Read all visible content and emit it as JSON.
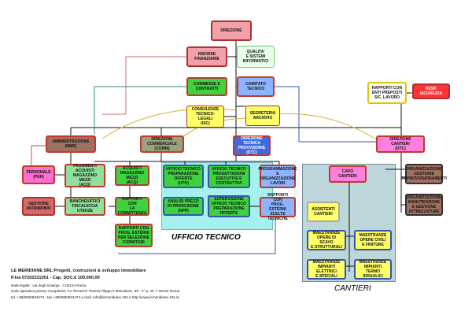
{
  "nodes": {
    "direzione": "DIREZIONE",
    "risorse_finanziarie": "RISORSE\nFINANZIARIE",
    "qualita": "QUALITA'\nE SISTEMI\nINFORMATICI",
    "commesse_contratti": "COMMESSE E\nCONTRATTI",
    "comitato_tecnico": "COMITATO\nTECNICO",
    "consulenze": "CONSULENZE\nTECNICO-LEGALI\n(ISC)",
    "segreteria": "SEGRETERIA\nARCHIVIO",
    "rapporti_enti": "RAPPORTI CON\nENTI PREPOSTI\nSIC. LAVORO",
    "resp_sicurezza": "RESP. SICUREZZA",
    "amministrazione": "AMMINISTRAZIONE\n(NMR)",
    "direzione_commerciale": "DIREZIONE\nCOMMERCIALE\n(COMM)",
    "direzione_tecnica": "DIREZIONE\nTECNICA\nPROVVISORIE\n(DTC)",
    "direzione_cantieri": "DIREZIONE\nCANTIERI\n(DTC)",
    "personale": "PERSONALE\n(PER)",
    "pagamenti": "PAGAMENTI\nACQUISTI\nMAGAZZINO MEZZI\n(ACQ)",
    "acquisti": "ACQUISTI\nMAGAZZINO\nMEZZI\n(ACQ)",
    "ut_prep_offerte": "UFFICIO TECNICO\nPREPARAZIONE\nOFFERTE\n(UTO)",
    "ut_progettazioni": "UFFICIO TECNICO\nPROGETTAZIONI\nESECUTIVE E\nCOSTRUTTIVI",
    "programmazione": "PROGRAMMAZIONE\nE\nORGANIZZAZIONE\nLAVORI",
    "capo_cantieri": "CAPO\nCANTIERI",
    "org_gestione_approv": "ORGANIZZAZIONE\nGESTIONE\nAPPROVVIGIONAMENTI",
    "gestione_patrimonio": "GESTIONE\nPATRIMONIO",
    "banche": "BANCHE/UFFICI\nFISCALI/CCIA\nUTENZE",
    "rapporti_committenza": "RAPPORTI CON\nLA COMMITTENZA",
    "analisi_prezzi": "ANALISI PREZZI\nDI PRODUZIONE\n(NPP)",
    "supervisione": "SUPERVISIONE\nUFFICIO TECNICO\nPREPARAZIONE\nOFFERTE",
    "rapporti_prog_esterni": "RAPPORTI CON\nPROG. ESTERNI\nSCELTE TECNICHE",
    "assistenti_cantieri": "ASSISTENTI\nCANTIERI",
    "org_manutenzione": "ORGANIZZAZIONE\nMANUTENZIONE\nE GESTIONE\nATTREZZATURE",
    "rapporti_prog_esterni_fornitori": "RAPPORTI CON\nPROG. ESTERNI\nPER SELEZIONE\nFORNITORI",
    "maestranze_scavo": "MAESTRANZE\nOPERE DI SCAVO\nE STRUTTURALI",
    "maestranze_civili": "MAESTRANZE\nOPERE CIVILI\nE FINITURE",
    "maestranze_elettrici": "MAESTRANZE\nIMPIANTI ELETTRICI\nE SPECIALI",
    "maestranze_idraulici": "MAESTRANZE\nIMPIANTI\nTERMO IDRAULICI"
  },
  "regions": {
    "ufficio_tecnico": "UFFICIO TECNICO",
    "cantieri": "CANTIERI"
  },
  "footer": {
    "company": "LE MERIDIANE SRL Progetti, costruzioni & sviluppo immobiliare",
    "piva": "P.Iva 07202311001 - Cap. SOC.€ 100.000,00",
    "sede_legale": "sede legale : via degli Sciaioja , 3  00124  Roma",
    "sede_operativa": "sede operativa  presso Complesso \"Le Terrazze\" Piazza Filippo Il Macedone, 89 - 2° p. int. 7 00124  Roma",
    "contacts": "tel. +39/0650934474  - fax +39/0650934474  e.mail: info@lemeridiane.191.it   http://www.lemeridiane.191.it/"
  },
  "colors": {
    "red_border": "#c0392b",
    "green_fill": "#3fd23f",
    "blue_fill": "#4169e1",
    "yellow_fill": "#ffff66",
    "pink_fill": "#ff6fcf",
    "ufficio_region": "#a6f0ef",
    "cantieri_region": "#bcd6da"
  }
}
